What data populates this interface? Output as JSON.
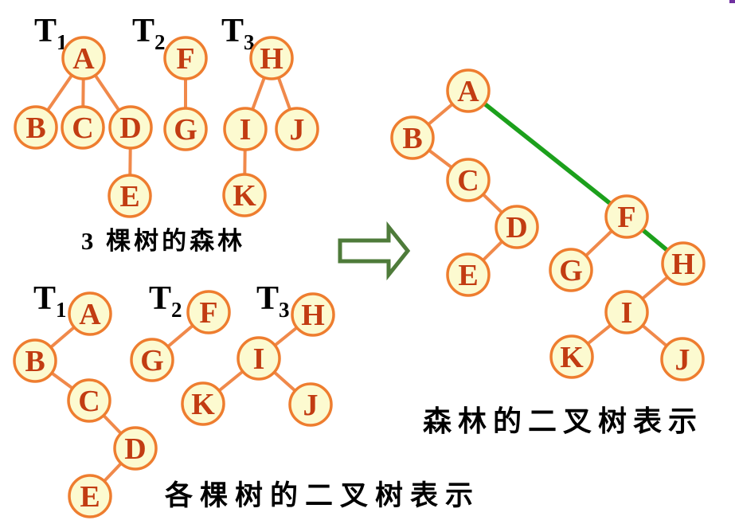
{
  "colors": {
    "background": "#ffffff",
    "node_fill": "#FCFAD0",
    "node_stroke": "#EE7D2F",
    "node_letter": "#C23C12",
    "edge_orange": "#F0894B",
    "edge_green": "#1CA01C",
    "arrow_outline_green": "#4E7B3A",
    "caption_text": "#000000",
    "corner_decoration": "#7030A0"
  },
  "letters": {
    "A": "A",
    "B": "B",
    "C": "C",
    "D": "D",
    "E": "E",
    "F": "F",
    "G": "G",
    "H": "H",
    "I": "I",
    "J": "J",
    "K": "K"
  },
  "tree_labels": {
    "t1": {
      "base": "T",
      "sub": "1"
    },
    "t2": {
      "base": "T",
      "sub": "2"
    },
    "t3": {
      "base": "T",
      "sub": "3"
    }
  },
  "captions": {
    "forest": "3 棵树的森林",
    "each_tree": "各棵树的二叉树表示",
    "forest_binary": "森林的二叉树表示"
  },
  "diagram": {
    "forest_panel": {
      "caption": "3 棵树的森林",
      "trees": [
        {
          "label": "T1",
          "root": "A",
          "edges": [
            [
              "A",
              "B"
            ],
            [
              "A",
              "C"
            ],
            [
              "A",
              "D"
            ],
            [
              "D",
              "E"
            ]
          ]
        },
        {
          "label": "T2",
          "root": "F",
          "edges": [
            [
              "F",
              "G"
            ]
          ]
        },
        {
          "label": "T3",
          "root": "H",
          "edges": [
            [
              "H",
              "I"
            ],
            [
              "H",
              "J"
            ],
            [
              "I",
              "K"
            ]
          ]
        }
      ]
    },
    "each_tree_binary_panel": {
      "caption": "各棵树的二叉树表示",
      "trees": [
        {
          "label": "T1",
          "root": "A",
          "edges": [
            [
              "A",
              "B",
              "left"
            ],
            [
              "B",
              "C",
              "right"
            ],
            [
              "C",
              "D",
              "right"
            ],
            [
              "D",
              "E",
              "left"
            ]
          ]
        },
        {
          "label": "T2",
          "root": "F",
          "edges": [
            [
              "F",
              "G",
              "left"
            ]
          ]
        },
        {
          "label": "T3",
          "root": "H",
          "edges": [
            [
              "H",
              "I",
              "left"
            ],
            [
              "I",
              "K",
              "left"
            ],
            [
              "I",
              "J",
              "right"
            ]
          ]
        }
      ]
    },
    "forest_binary_panel": {
      "caption": "森林的二叉树表示",
      "root": "A",
      "orange_edges": [
        [
          "A",
          "B"
        ],
        [
          "B",
          "C"
        ],
        [
          "C",
          "D"
        ],
        [
          "D",
          "E"
        ],
        [
          "F",
          "G"
        ],
        [
          "H",
          "I"
        ],
        [
          "I",
          "K"
        ],
        [
          "I",
          "J"
        ]
      ],
      "green_sibling_edges": [
        [
          "A",
          "F"
        ],
        [
          "F",
          "H"
        ]
      ]
    }
  }
}
